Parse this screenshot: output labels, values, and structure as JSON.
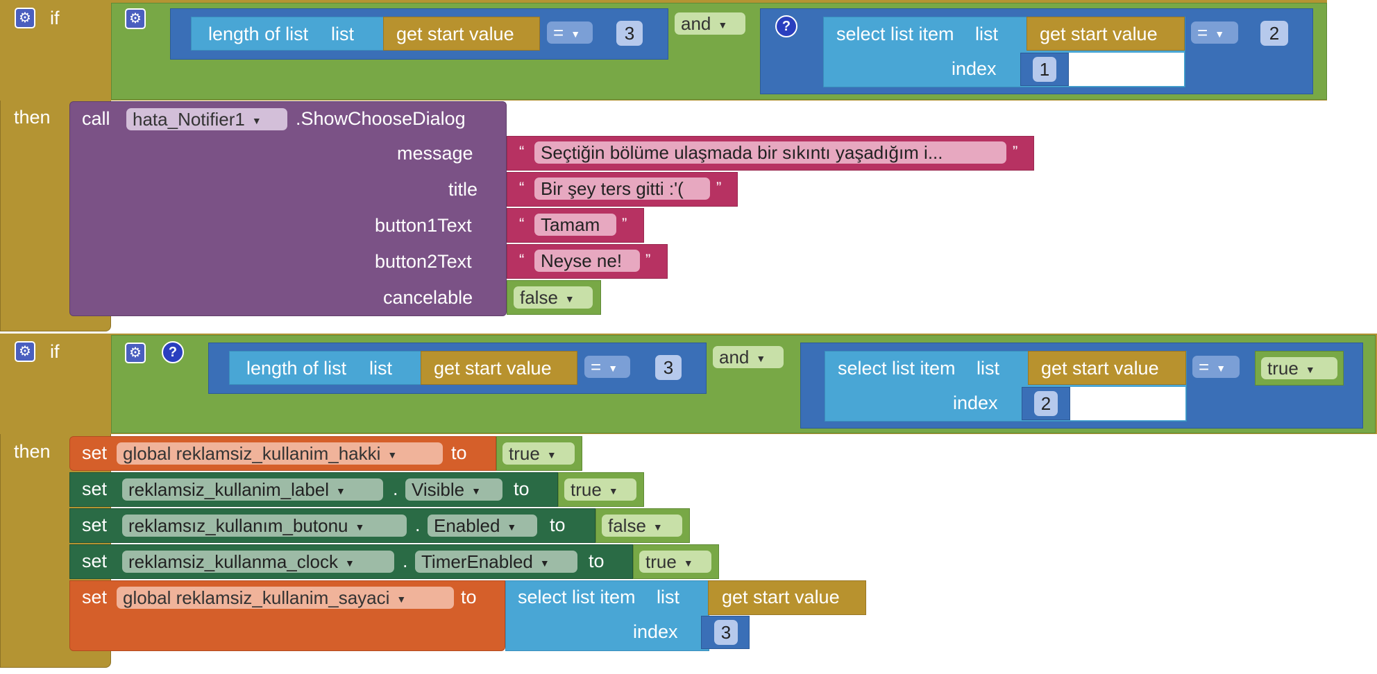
{
  "block1": {
    "if_label": "if",
    "then_label": "then",
    "cond": {
      "length_label": "length of list",
      "list_label": "list",
      "get_value": "get start value",
      "op": "=",
      "num": "3",
      "and_label": "and",
      "select_label": "select list item",
      "select_list_label": "list",
      "select_get_value": "get start value",
      "index_label": "index",
      "index_value": "1",
      "op2": "=",
      "num2": "2"
    },
    "call": {
      "call_label": "call",
      "component": "hata_Notifier1",
      "method": ".ShowChooseDialog",
      "message_label": "message",
      "message_value": "Seçtiğin bölüme ulaşmada bir sıkıntı yaşadığım i...",
      "title_label": "title",
      "title_value": "Bir şey ters gitti :'(",
      "button1_label": "button1Text",
      "button1_value": "Tamam",
      "button2_label": "button2Text",
      "button2_value": "Neyse ne!",
      "cancelable_label": "cancelable",
      "cancelable_value": "false"
    }
  },
  "block2": {
    "if_label": "if",
    "then_label": "then",
    "cond": {
      "length_label": "length of list",
      "list_label": "list",
      "get_value": "get start value",
      "op": "=",
      "num": "3",
      "and_label": "and",
      "select_label": "select list item",
      "select_list_label": "list",
      "select_get_value": "get start value",
      "index_label": "index",
      "index_value": "2",
      "op2": "=",
      "bool": "true"
    },
    "statements": {
      "set_label": "set",
      "to_label": "to",
      "dot": ".",
      "s1_var": "global reklamsiz_kullanim_hakki",
      "s1_value": "true",
      "s2_component": "reklamsiz_kullanim_label",
      "s2_prop": "Visible",
      "s2_value": "true",
      "s3_component": "reklamsız_kullanım_butonu",
      "s3_prop": "Enabled",
      "s3_value": "false",
      "s4_component": "reklamsiz_kullanma_clock",
      "s4_prop": "TimerEnabled",
      "s4_value": "true",
      "s5_var": "global reklamsiz_kullanim_sayaci",
      "s5_select_label": "select list item",
      "s5_list_label": "list",
      "s5_get_value": "get start value",
      "s5_index_label": "index",
      "s5_index_value": "3"
    }
  },
  "colors": {
    "control": "#b49433",
    "logic": "#78a846",
    "math": "#3a6fb7",
    "lists": "#49a6d5",
    "variables": "#b8922e",
    "component_method": "#7b5286",
    "text": "#b73262",
    "global_setter": "#d55f2a",
    "component_setter": "#2a6b45"
  },
  "icons": [
    "gear-icon",
    "question-icon",
    "dropdown-arrow-icon",
    "quote-open-icon",
    "quote-close-icon"
  ]
}
